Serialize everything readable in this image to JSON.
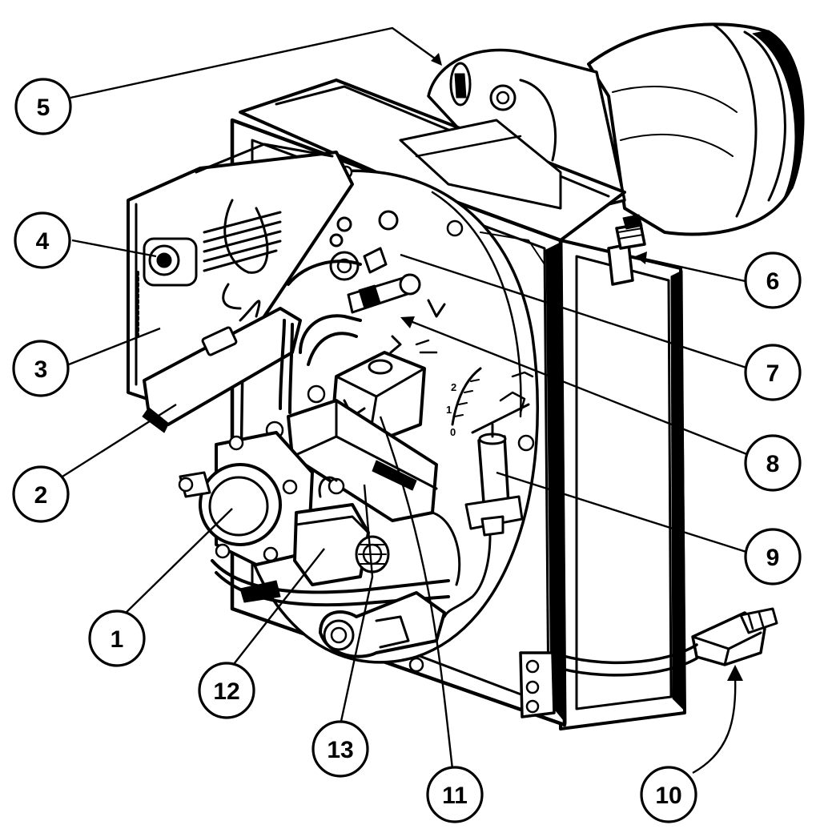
{
  "callouts": [
    {
      "id": "1",
      "label": "1"
    },
    {
      "id": "2",
      "label": "2"
    },
    {
      "id": "3",
      "label": "3"
    },
    {
      "id": "4",
      "label": "4"
    },
    {
      "id": "5",
      "label": "5"
    },
    {
      "id": "6",
      "label": "6"
    },
    {
      "id": "7",
      "label": "7"
    },
    {
      "id": "8",
      "label": "8"
    },
    {
      "id": "9",
      "label": "9"
    },
    {
      "id": "10",
      "label": "10"
    },
    {
      "id": "11",
      "label": "11"
    },
    {
      "id": "12",
      "label": "12"
    },
    {
      "id": "13",
      "label": "13"
    }
  ],
  "air_scale": {
    "ticks": [
      "0",
      "1",
      "2"
    ]
  }
}
